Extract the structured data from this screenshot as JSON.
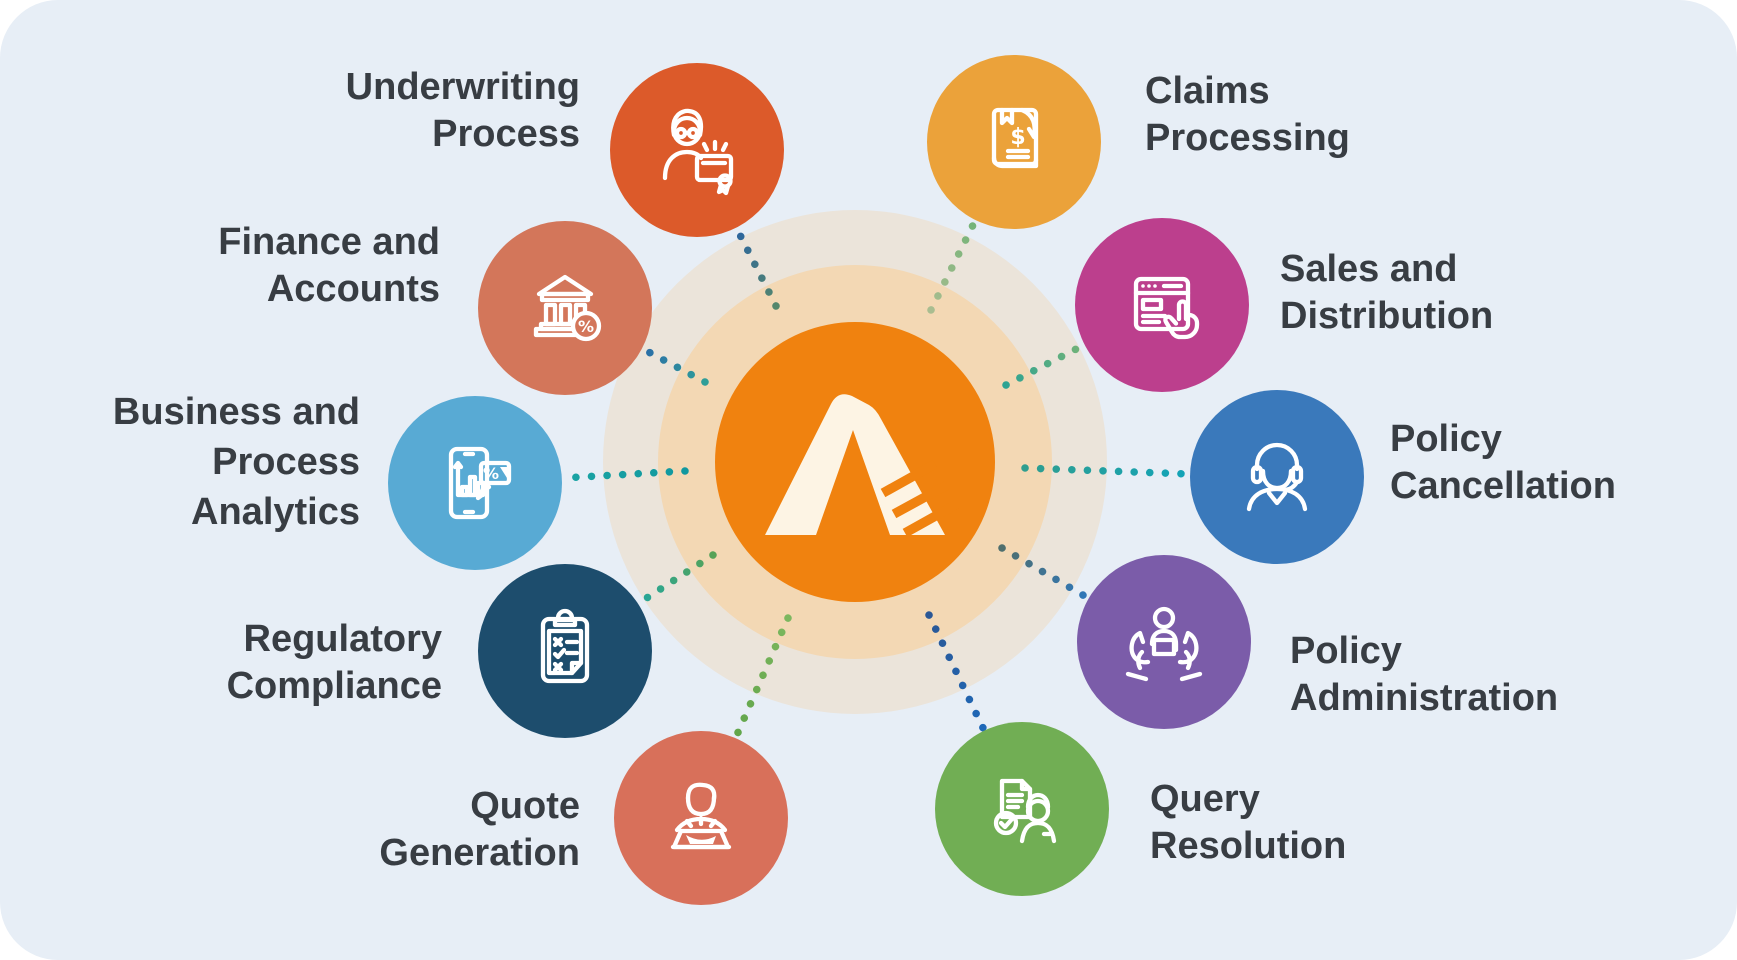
{
  "board": {
    "background_color": "#e7eef6",
    "page_color": "#ffffff",
    "text_color": "#383d43"
  },
  "center": {
    "name": "insurance-platform-hub",
    "logo": "chevron-a-logo",
    "core_color": "#f0820f",
    "ring_mid_color": "#f3d8b4",
    "ring_outer_color": "#ebe4da",
    "logo_color": "#fdf4e4"
  },
  "items": [
    {
      "label": "Underwriting Process",
      "lines": [
        "Underwriting",
        "Process"
      ],
      "color": "#dc5a2a",
      "icon": "underwriter-agent-icon",
      "spoke": {
        "inner": "#55876b",
        "outer": "#2a64a0"
      }
    },
    {
      "label": "Claims Processing",
      "lines": [
        "Claims",
        "Processing"
      ],
      "color": "#eba23a",
      "icon": "claims-book-icon",
      "glyph": "$",
      "spoke": {
        "inner": "#a9bd90",
        "outer": "#72b377"
      }
    },
    {
      "label": "Sales and Distribution",
      "lines": [
        "Sales and",
        "Distribution"
      ],
      "color": "#bc3f8d",
      "icon": "sales-browser-icon",
      "spoke": {
        "inner": "#2da392",
        "outer": "#74b377"
      }
    },
    {
      "label": "Policy Cancellation",
      "lines": [
        "Policy",
        "Cancellation"
      ],
      "color": "#3a79bb",
      "icon": "support-headset-icon",
      "spoke": {
        "inner": "#2f9e8f",
        "outer": "#12a3b8"
      }
    },
    {
      "label": "Policy Administration",
      "lines": [
        "Policy",
        "Administration"
      ],
      "color": "#7b5ca9",
      "icon": "caring-hands-icon",
      "spoke": {
        "inner": "#4f6f6d",
        "outer": "#2e77ba"
      }
    },
    {
      "label": "Query Resolution",
      "lines": [
        "Query",
        "Resolution"
      ],
      "color": "#71ae54",
      "icon": "query-document-icon",
      "spoke": {
        "inner": "#2a5795",
        "outer": "#1e68b8"
      }
    },
    {
      "label": "Quote Generation",
      "lines": [
        "Quote",
        "Generation"
      ],
      "color": "#d8705a",
      "icon": "person-laptop-icon",
      "spoke": {
        "inner": "#7cb75f",
        "outer": "#61a54a"
      }
    },
    {
      "label": "Regulatory Compliance",
      "lines": [
        "Regulatory",
        "Compliance"
      ],
      "color": "#1d4d6d",
      "icon": "compliance-clipboard-icon",
      "spoke": {
        "inner": "#57a257",
        "outer": "#23a79c"
      }
    },
    {
      "label": "Business and Process Analytics",
      "lines": [
        "Business and",
        "Process",
        "Analytics"
      ],
      "color": "#58aad4",
      "icon": "analytics-tablet-icon",
      "glyph": "%",
      "spoke": {
        "inner": "#11989f",
        "outer": "#1aa4a4"
      }
    },
    {
      "label": "Finance and Accounts",
      "lines": [
        "Finance and",
        "Accounts"
      ],
      "color": "#d3765a",
      "icon": "bank-percent-icon",
      "glyph": "%",
      "spoke": {
        "inner": "#2f9e98",
        "outer": "#2a6ca8"
      }
    }
  ]
}
